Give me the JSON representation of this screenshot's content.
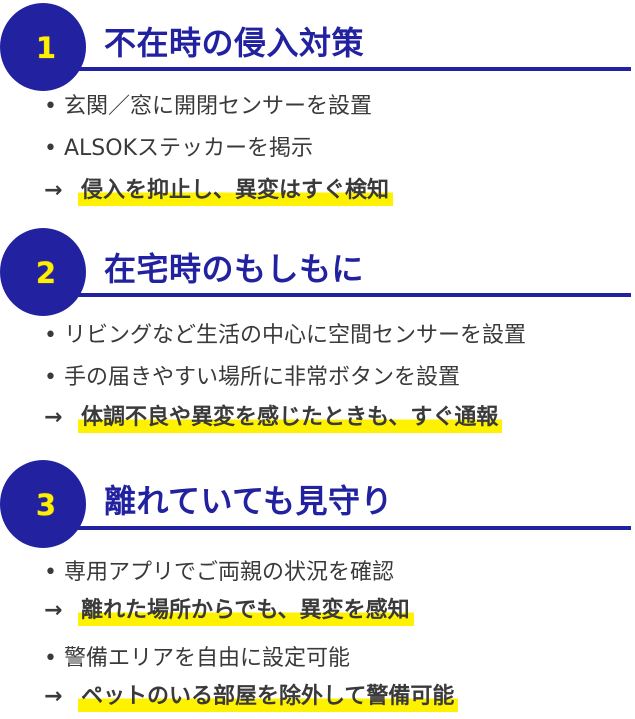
{
  "colors": {
    "brand_navy": "#2222a0",
    "number_yellow": "#ffef00",
    "highlight_yellow": "#fff200",
    "body_text": "#3a3a3a"
  },
  "sections": [
    {
      "number": "1",
      "title": "不在時の侵入対策",
      "items": [
        {
          "type": "bullet",
          "marker": "•",
          "text": "玄関／窓に開閉センサーを設置"
        },
        {
          "type": "bullet",
          "marker": "•",
          "text": "ALSOKステッカーを掲示"
        },
        {
          "type": "result",
          "marker": "→",
          "text": "侵入を抑止し、異変はすぐ検知"
        }
      ]
    },
    {
      "number": "2",
      "title": "在宅時のもしもに",
      "items": [
        {
          "type": "bullet",
          "marker": "•",
          "text": "リビングなど生活の中心に空間センサーを設置"
        },
        {
          "type": "bullet",
          "marker": "•",
          "text": "手の届きやすい場所に非常ボタンを設置"
        },
        {
          "type": "result",
          "marker": "→",
          "text": "体調不良や異変を感じたときも、すぐ通報"
        }
      ]
    },
    {
      "number": "3",
      "title": "離れていても見守り",
      "items": [
        {
          "type": "bullet",
          "marker": "•",
          "text": "専用アプリでご両親の状況を確認"
        },
        {
          "type": "result",
          "marker": "→",
          "text": "離れた場所からでも、異変を感知"
        },
        {
          "type": "bullet",
          "marker": "•",
          "text": "警備エリアを自由に設定可能"
        },
        {
          "type": "result",
          "marker": "→",
          "text": "ペットのいる部屋を除外して警備可能"
        }
      ]
    }
  ]
}
